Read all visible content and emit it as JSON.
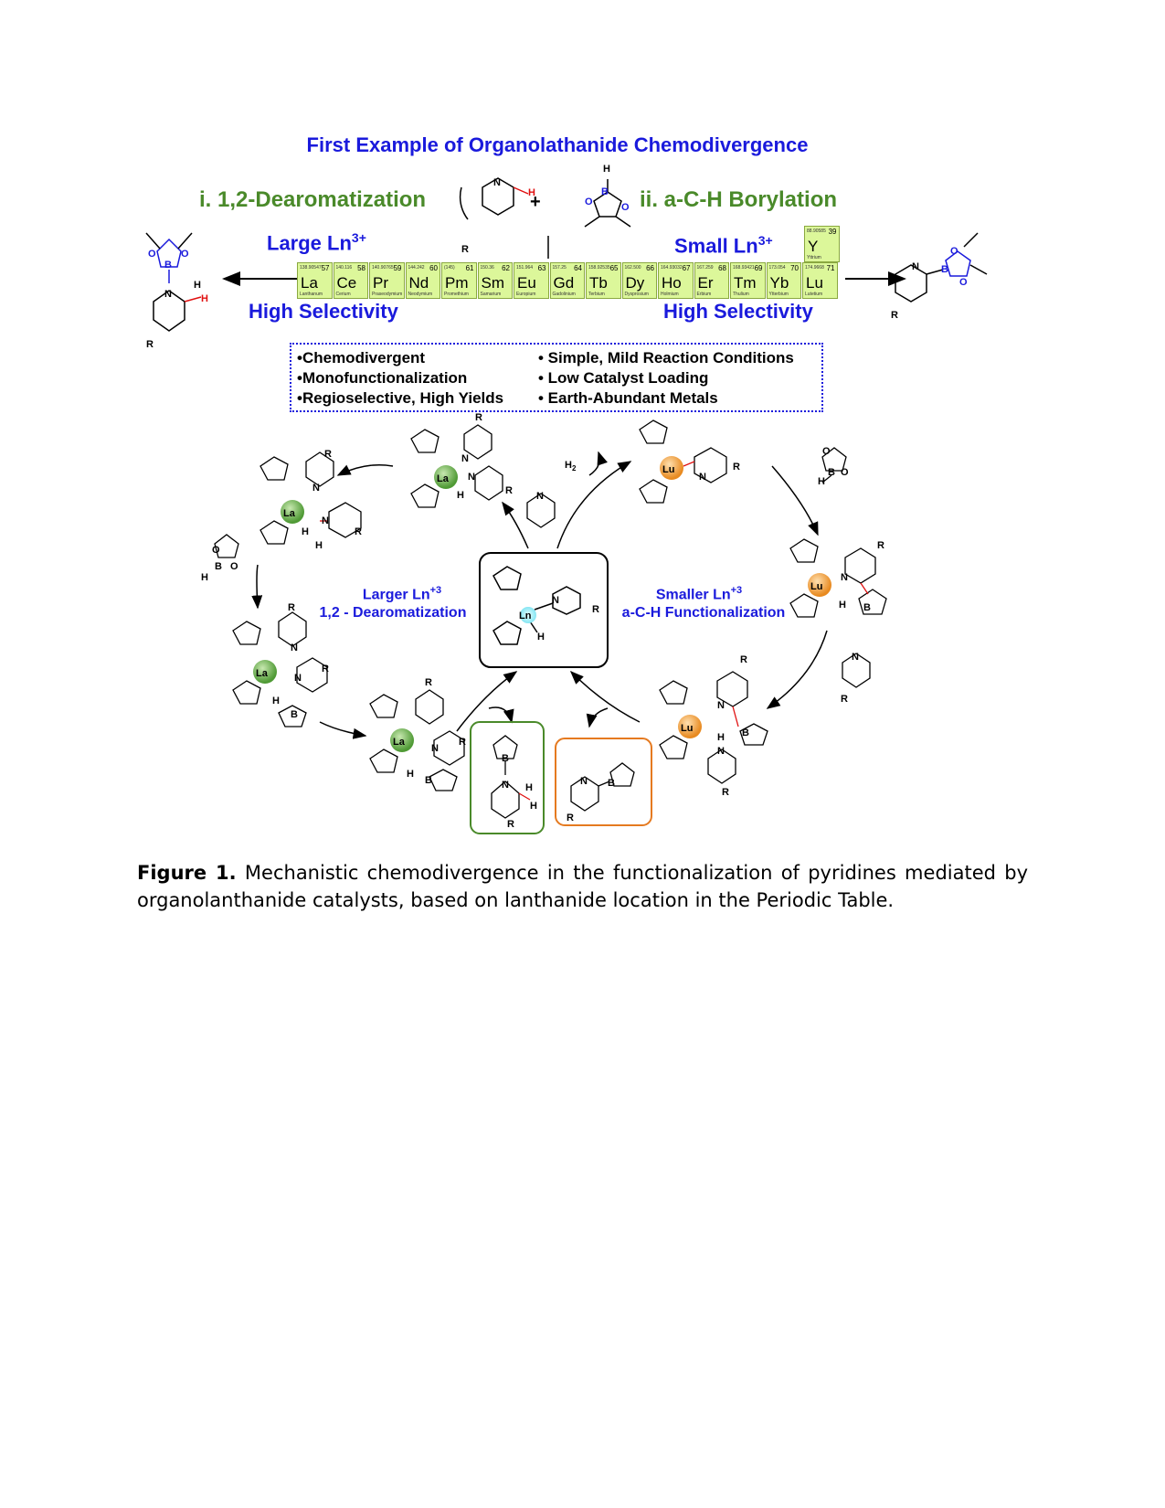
{
  "title": "First Example of Organolathanide Chemodivergence",
  "left_header": "i. 1,2-Dearomatization",
  "right_header": "ii. a-C-H Borylation",
  "plus": "+",
  "large_ln": "Large Ln",
  "small_ln": "Small Ln",
  "charge": "3+",
  "high_selectivity": "High Selectivity",
  "periodic_table": {
    "lanthanides": [
      {
        "symbol": "La",
        "number": "57",
        "name": "Lanthanum",
        "mass": "138.90547"
      },
      {
        "symbol": "Ce",
        "number": "58",
        "name": "Cerium",
        "mass": "140.116"
      },
      {
        "symbol": "Pr",
        "number": "59",
        "name": "Praseodymium",
        "mass": "140.90765"
      },
      {
        "symbol": "Nd",
        "number": "60",
        "name": "Neodymium",
        "mass": "144.242"
      },
      {
        "symbol": "Pm",
        "number": "61",
        "name": "Promethium",
        "mass": "(145)"
      },
      {
        "symbol": "Sm",
        "number": "62",
        "name": "Samarium",
        "mass": "150.36"
      },
      {
        "symbol": "Eu",
        "number": "63",
        "name": "Europium",
        "mass": "151.964"
      },
      {
        "symbol": "Gd",
        "number": "64",
        "name": "Gadolinium",
        "mass": "157.25"
      },
      {
        "symbol": "Tb",
        "number": "65",
        "name": "Terbium",
        "mass": "158.92535"
      },
      {
        "symbol": "Dy",
        "number": "66",
        "name": "Dysprosium",
        "mass": "162.500"
      },
      {
        "symbol": "Ho",
        "number": "67",
        "name": "Holmium",
        "mass": "164.93032"
      },
      {
        "symbol": "Er",
        "number": "68",
        "name": "Erbium",
        "mass": "167.259"
      },
      {
        "symbol": "Tm",
        "number": "69",
        "name": "Thulium",
        "mass": "168.93421"
      },
      {
        "symbol": "Yb",
        "number": "70",
        "name": "Ytterbium",
        "mass": "173.054"
      },
      {
        "symbol": "Lu",
        "number": "71",
        "name": "Lutetium",
        "mass": "174.9668"
      }
    ],
    "yttrium": {
      "symbol": "Y",
      "number": "39",
      "name": "Yttrium",
      "mass": "88.90585"
    }
  },
  "features_left": [
    "•Chemodivergent",
    "•Monofunctionalization",
    "•Regioselective, High Yields"
  ],
  "features_right": [
    "• Simple, Mild Reaction Conditions",
    "• Low Catalyst Loading",
    "• Earth-Abundant Metals"
  ],
  "cycle": {
    "left_label_1": "Larger Ln",
    "left_sup": "+3",
    "left_label_2": "1,2 - Dearomatization",
    "right_label_1": "Smaller Ln",
    "right_sup": "+3",
    "right_label_2": "a-C-H Functionalization",
    "h2": "H",
    "h2_sub": "2"
  },
  "atoms": {
    "la": "La",
    "lu": "Lu",
    "ln": "Ln",
    "n": "N",
    "h": "H",
    "r": "R",
    "b": "B",
    "o": "O"
  },
  "caption": {
    "label": "Figure 1.",
    "text": " Mechanistic chemodivergence in the functionalization of pyridines mediated by organolanthanide catalysts, based on lanthanide location in the Periodic Table."
  }
}
